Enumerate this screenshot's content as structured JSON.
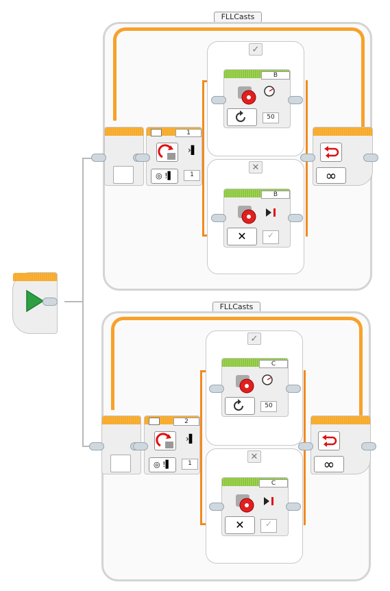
{
  "program": {
    "loops": [
      {
        "label": "FLLCasts",
        "switch_port": "1",
        "threshold_value": "1",
        "case_true_symbol": "✓",
        "case_false_symbol": "✕",
        "true_motor": {
          "port": "B",
          "value": "50"
        },
        "false_motor": {
          "port": "B"
        }
      },
      {
        "label": "FLLCasts",
        "switch_port": "2",
        "threshold_value": "1",
        "case_true_symbol": "✓",
        "case_false_symbol": "✕",
        "true_motor": {
          "port": "C",
          "value": "50"
        },
        "false_motor": {
          "port": "C"
        }
      }
    ],
    "loop_mode_symbol": "∞"
  },
  "colors": {
    "loop_wire": "#f7a12b",
    "flow_block_header": "#f9a925",
    "action_block_header": "#8cc63f",
    "start_icon": "#2ea043",
    "motor_red": "#e02020"
  }
}
